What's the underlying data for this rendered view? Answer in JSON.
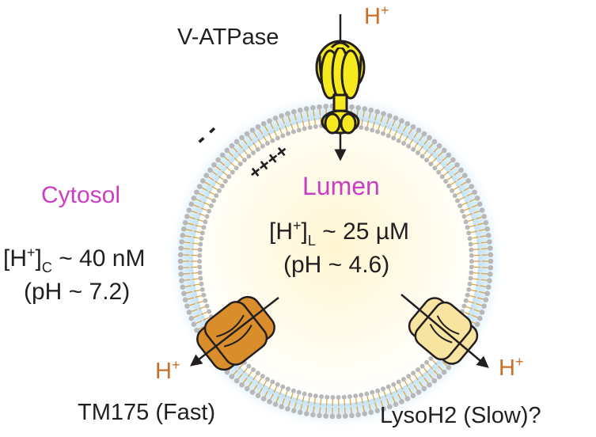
{
  "labels": {
    "v_atpase": "V-ATPase",
    "proton": "H",
    "proton_charge": "+",
    "lumen": "Lumen",
    "cytosol": "Cytosol",
    "lumen_conc_prefix": "[H",
    "lumen_conc_sub": "L",
    "lumen_conc_value": " ~ 25 µM",
    "lumen_ph": "(pH ~ 4.6)",
    "cyto_conc_prefix": "[H",
    "cyto_conc_sub": "C",
    "cyto_conc_value": " ~ 40 nM",
    "cyto_ph": "(pH ~ 7.2)",
    "tm175": "TM175 (Fast)",
    "lysoh2": "LysoH2 (Slow)?",
    "inner_charges": "++++",
    "outer_charges": "- -"
  },
  "colors": {
    "accent_magenta": "#c93fc4",
    "proton_orange": "#c8702a",
    "tm175_fill": "#d98d2b",
    "lysoh2_fill": "#f7e4a0",
    "vatpase_fill": "#f6ea1e",
    "lipid_tail": "#e0a030",
    "lipid_head": "#b8b8b8",
    "halo": "#9fd0f2",
    "lumen_glow": "#fff3c4"
  }
}
